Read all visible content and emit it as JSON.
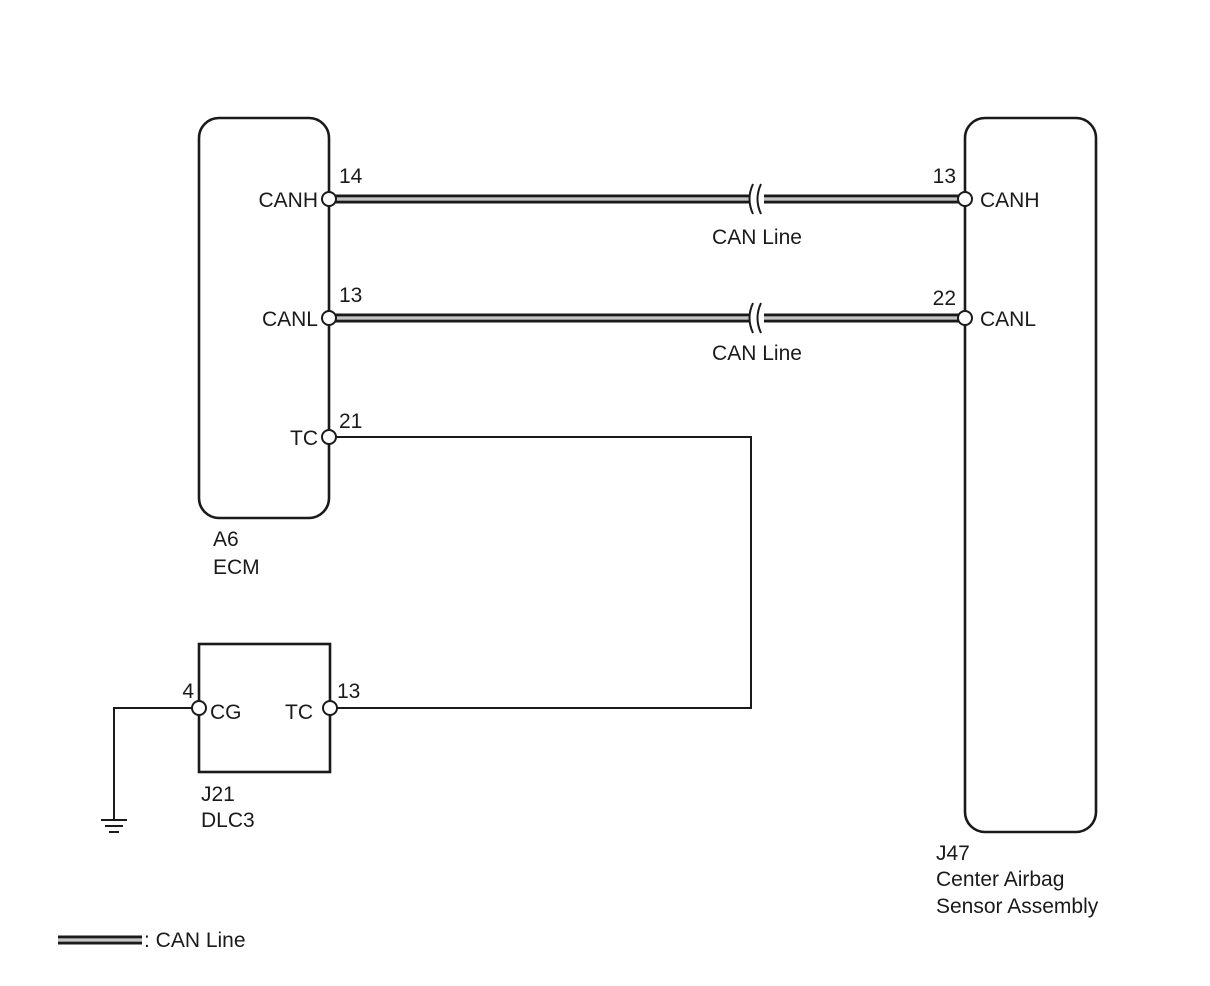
{
  "ecm": {
    "code": "A6",
    "name": "ECM",
    "pins": {
      "canh": {
        "number": "14",
        "label": "CANH"
      },
      "canl": {
        "number": "13",
        "label": "CANL"
      },
      "tc": {
        "number": "21",
        "label": "TC"
      }
    }
  },
  "airbag": {
    "code": "J47",
    "name_line1": "Center Airbag",
    "name_line2": "Sensor Assembly",
    "pins": {
      "canh": {
        "number": "13",
        "label": "CANH"
      },
      "canl": {
        "number": "22",
        "label": "CANL"
      }
    }
  },
  "dlc3": {
    "code": "J21",
    "name": "DLC3",
    "pins": {
      "cg": {
        "number": "4",
        "label": "CG"
      },
      "tc": {
        "number": "13",
        "label": "TC"
      }
    }
  },
  "wires": {
    "can_line_upper_label": "CAN Line",
    "can_line_lower_label": "CAN Line"
  },
  "legend": {
    "can_line_label": ": CAN Line"
  }
}
